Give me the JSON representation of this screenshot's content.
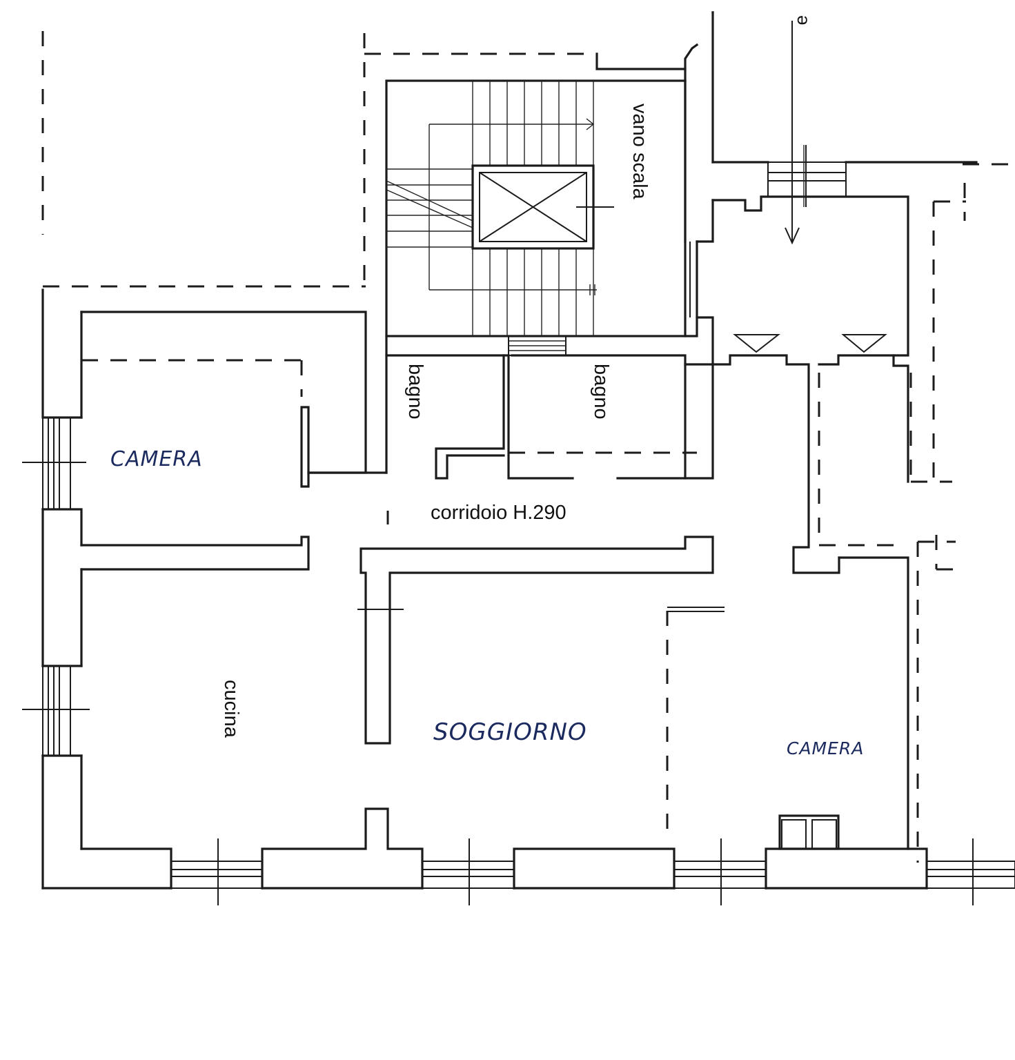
{
  "labels": {
    "camera_left": "CAMERA",
    "camera_right": "CAMERA",
    "soggiorno": "SOGGIORNO",
    "cucina": "cucina",
    "corridoio": "corridoio H.290",
    "bagno_left": "bagno",
    "bagno_right": "bagno",
    "vano_scala": "vano scala",
    "edge_fragment": "ə"
  }
}
